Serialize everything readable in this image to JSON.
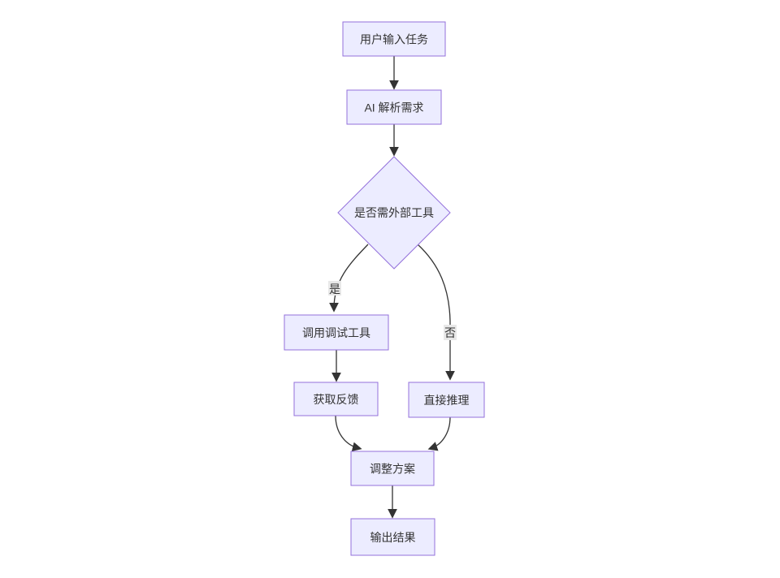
{
  "diagram": {
    "type": "flowchart",
    "direction": "top-down",
    "nodes": [
      {
        "id": "user-input",
        "label": "用户输入任务",
        "shape": "rect"
      },
      {
        "id": "ai-parse",
        "label": "AI 解析需求",
        "shape": "rect"
      },
      {
        "id": "need-tools",
        "label": "是否需外部工具",
        "shape": "diamond"
      },
      {
        "id": "call-debug-tool",
        "label": "调用调试工具",
        "shape": "rect"
      },
      {
        "id": "get-feedback",
        "label": "获取反馈",
        "shape": "rect"
      },
      {
        "id": "direct-reasoning",
        "label": "直接推理",
        "shape": "rect"
      },
      {
        "id": "adjust-plan",
        "label": "调整方案",
        "shape": "rect"
      },
      {
        "id": "output-result",
        "label": "输出结果",
        "shape": "rect"
      }
    ],
    "edges": [
      {
        "from": "user-input",
        "to": "ai-parse",
        "label": ""
      },
      {
        "from": "ai-parse",
        "to": "need-tools",
        "label": ""
      },
      {
        "from": "need-tools",
        "to": "call-debug-tool",
        "label": "是"
      },
      {
        "from": "need-tools",
        "to": "direct-reasoning",
        "label": "否"
      },
      {
        "from": "call-debug-tool",
        "to": "get-feedback",
        "label": ""
      },
      {
        "from": "get-feedback",
        "to": "adjust-plan",
        "label": ""
      },
      {
        "from": "direct-reasoning",
        "to": "adjust-plan",
        "label": ""
      },
      {
        "from": "adjust-plan",
        "to": "output-result",
        "label": ""
      }
    ],
    "colors": {
      "background": "#ffffff",
      "node_fill": "#ececff",
      "node_border": "#9370db",
      "edge": "#333333",
      "text": "#333333",
      "edge_label_bg": "#e8e8e8"
    }
  }
}
